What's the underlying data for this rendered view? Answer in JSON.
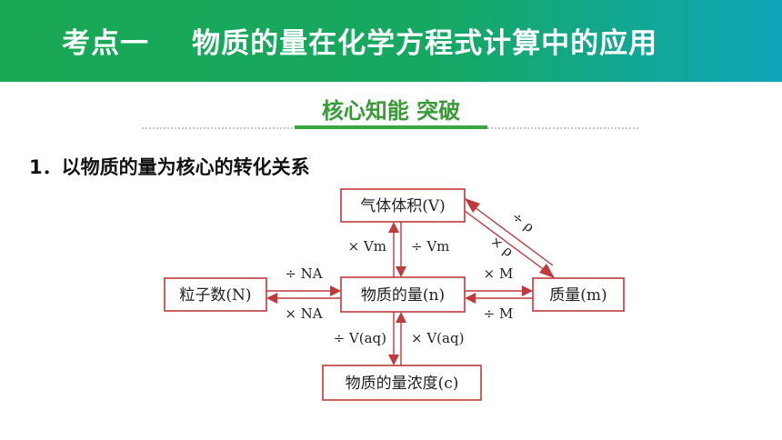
{
  "header": {
    "title": "考点一    物质的量在化学方程式计算中的应用"
  },
  "section": {
    "title": "核心知能 突破"
  },
  "point": {
    "title": "1．以物质的量为核心的转化关系"
  },
  "diagram": {
    "nodes": {
      "volume": "气体体积(V)",
      "particles": "粒子数(N)",
      "amount": "物质的量(n)",
      "mass": "质量(m)",
      "concentration": "物质的量浓度(c)"
    },
    "edges": {
      "volume_to_amount": "÷ Vm",
      "amount_to_volume": "× Vm",
      "particles_to_amount": "÷ NA",
      "amount_to_particles": "× NA",
      "amount_to_mass": "× M",
      "mass_to_amount": "÷ M",
      "volume_to_mass": "× ρ",
      "mass_to_volume": "÷ ρ",
      "amount_to_concentration": "÷ V(aq)",
      "concentration_to_amount": "× V(aq)"
    },
    "colors": {
      "accent": "#c0393b",
      "header_green": "#1aa855",
      "header_teal": "#0ea6b8",
      "section_green": "#3a9a3a"
    }
  }
}
